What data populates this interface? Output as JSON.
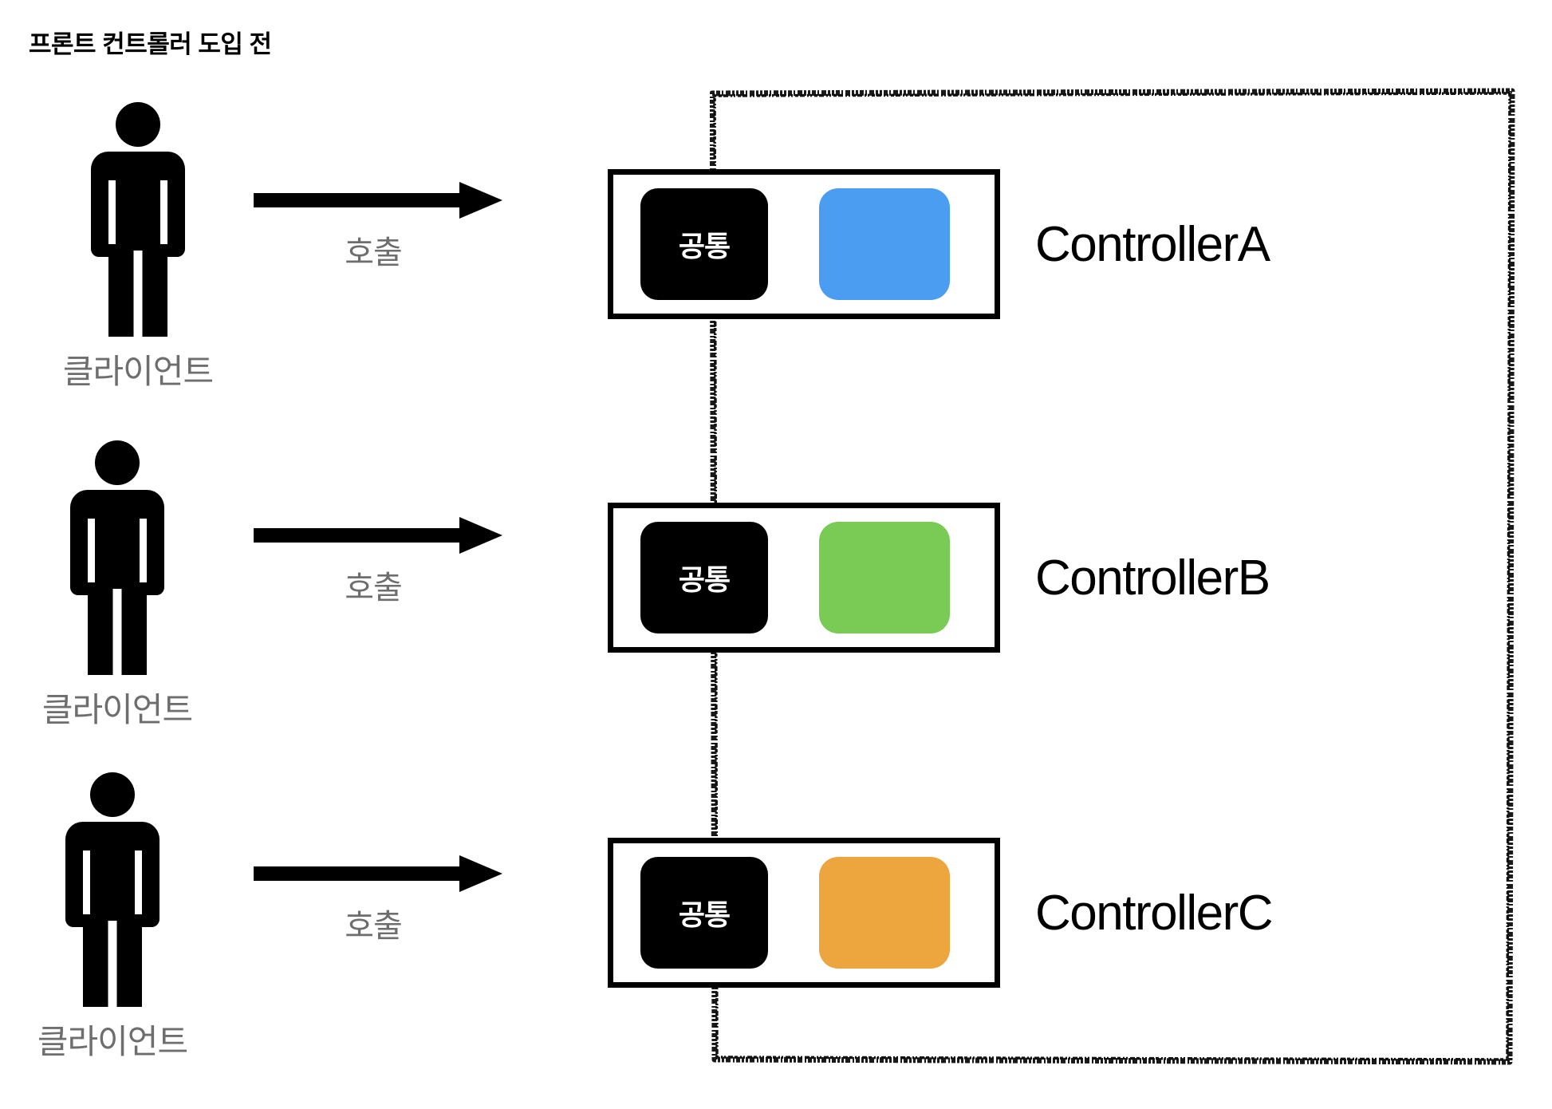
{
  "title": "프론트 컨트롤러 도입 전",
  "colors": {
    "background": "#ffffff",
    "foreground": "#000000",
    "muted_text": "#6e6e6e",
    "controller_a": "#4a9df0",
    "controller_b": "#79cb55",
    "controller_c": "#eda53e"
  },
  "common_chip_label": "공통",
  "rows": [
    {
      "client_label": "클라이언트",
      "arrow_label": "호출",
      "controller_name": "ControllerA",
      "accent": "#4a9df0"
    },
    {
      "client_label": "클라이언트",
      "arrow_label": "호출",
      "controller_name": "ControllerB",
      "accent": "#79cb55"
    },
    {
      "client_label": "클라이언트",
      "arrow_label": "호출",
      "controller_name": "ControllerC",
      "accent": "#eda53e"
    }
  ]
}
